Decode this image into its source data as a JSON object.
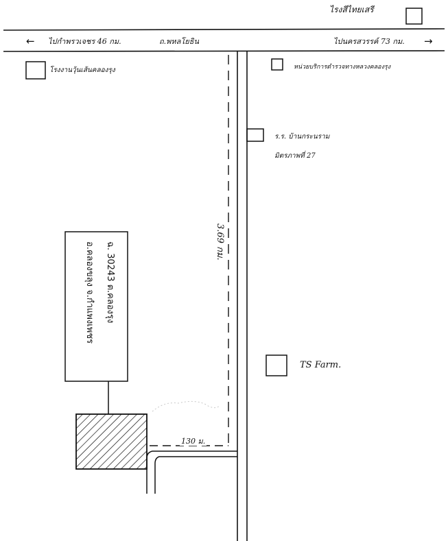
{
  "map": {
    "landmarks": {
      "top_right": "ไรงสีไทยเสรี",
      "left_factory": "โรงงานวุ้นเส้นคลองรุง",
      "service_unit": "หน่วยบริการตำรวจทางหลวงคลองรุง",
      "school_line1": "ร.ร. บ้านกระนราม",
      "school_line2": "มิตรภาพที่ 27",
      "ts_farm": "TS Farm."
    },
    "roads": {
      "to_left": "ไปกำพรวเจชร 46 กม.",
      "main_road": "ถ.พหลโยธิน",
      "to_right": "ไปนครสวรรค์ 73 กม."
    },
    "distances": {
      "vertical": "3.69 กม.",
      "horizontal": "130 ม."
    },
    "parcel": {
      "line1": "ฉ. 30243 ต.คลองรุง",
      "line2": "อ.คลองขลุง จ.กำแพงเพชร"
    },
    "arrows": {
      "left": "←",
      "right": "→"
    }
  }
}
